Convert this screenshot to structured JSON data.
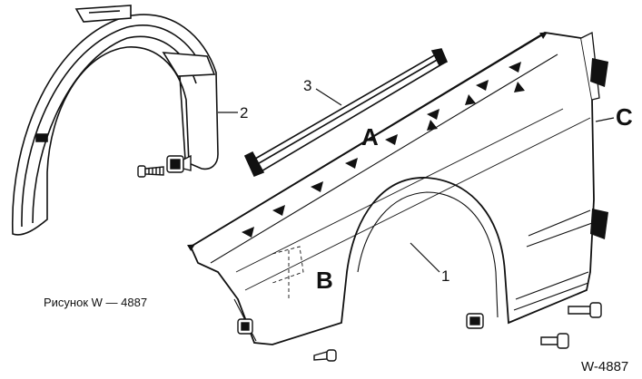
{
  "figure": {
    "caption": "Рисунок W — 4887",
    "code": "W-4887"
  },
  "callouts": [
    {
      "id": "1",
      "label": "1"
    },
    {
      "id": "2",
      "label": "2"
    },
    {
      "id": "3",
      "label": "3"
    }
  ],
  "zones": [
    {
      "id": "A",
      "label": "A"
    },
    {
      "id": "B",
      "label": "B"
    },
    {
      "id": "C",
      "label": "C"
    }
  ],
  "colors": {
    "ink": "#111111",
    "paper": "#ffffff"
  }
}
